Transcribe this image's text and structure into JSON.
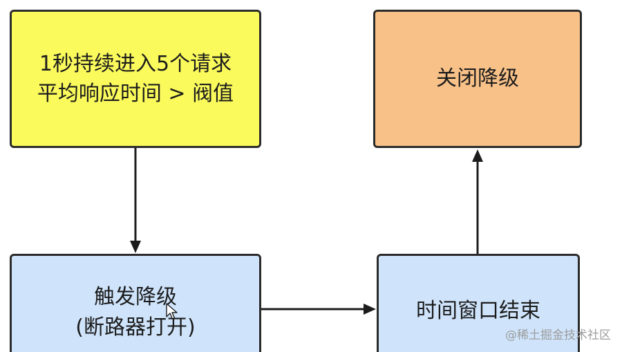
{
  "nodes": {
    "trigger_condition": {
      "line1": "1秒持续进入5个请求",
      "line2": "平均响应时间 > 阀值",
      "fill": "#fafa5c"
    },
    "degrade_triggered": {
      "line1": "触发降级",
      "line2": "(断路器打开)",
      "fill": "#cfe4fb"
    },
    "window_end": {
      "line1": "时间窗口结束",
      "fill": "#cfe4fb"
    },
    "degrade_closed": {
      "line1": "关闭降级",
      "fill": "#f8c188"
    }
  },
  "edges": [
    {
      "from": "trigger_condition",
      "to": "degrade_triggered"
    },
    {
      "from": "degrade_triggered",
      "to": "window_end"
    },
    {
      "from": "window_end",
      "to": "degrade_closed"
    }
  ],
  "watermark": "@稀土掘金技术社区"
}
